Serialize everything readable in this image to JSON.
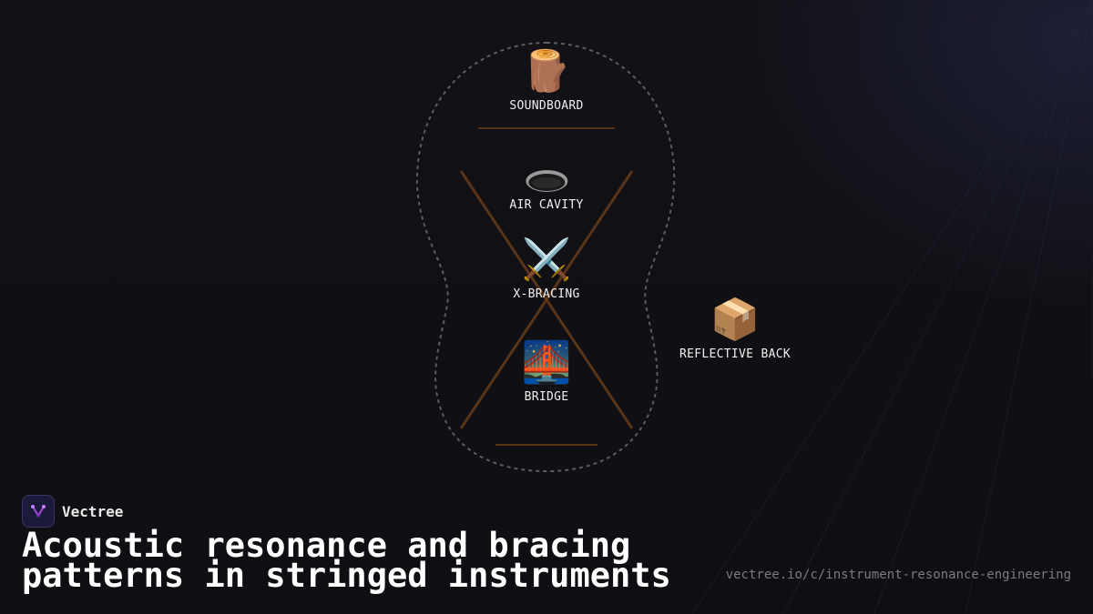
{
  "diagram": {
    "nodes": [
      {
        "id": "soundboard",
        "label": "SOUNDBOARD",
        "icon": "wood-log-icon",
        "glyph": "🪵"
      },
      {
        "id": "air_cavity",
        "label": "AIR CAVITY",
        "icon": "cavity-hole-icon"
      },
      {
        "id": "x_bracing",
        "label": "X-BRACING",
        "icon": "crossed-swords-icon",
        "glyph": "⚔️"
      },
      {
        "id": "bridge",
        "label": "BRIDGE",
        "icon": "bridge-icon",
        "glyph": "🌉"
      },
      {
        "id": "reflective_back",
        "label": "REFLECTIVE BACK",
        "icon": "package-icon",
        "glyph": "📦"
      }
    ],
    "colors": {
      "brace": "#5a3418",
      "outline": "#5c5c60",
      "background": "#111116"
    }
  },
  "brand": {
    "name": "Vectree",
    "icon": "vectree-logo-icon",
    "accent": "#a24bd6"
  },
  "title": "Acoustic resonance and bracing patterns in stringed instruments",
  "url": "vectree.io/c/instrument-resonance-engineering"
}
